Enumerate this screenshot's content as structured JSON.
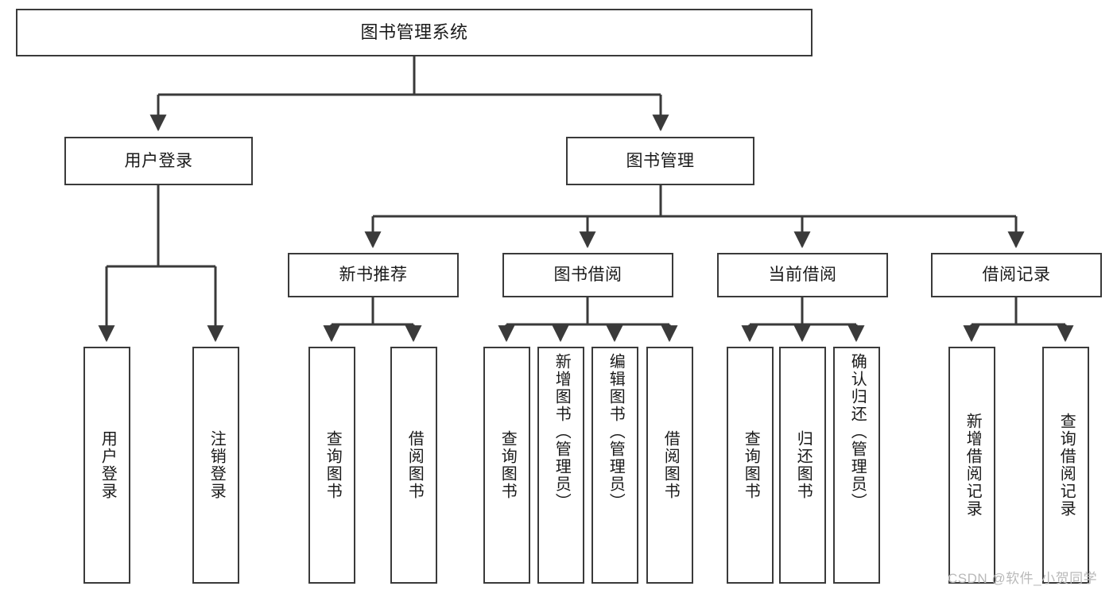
{
  "diagram": {
    "title": "图书管理系统",
    "type": "tree",
    "watermark": "CSDN @软件_小贺同学",
    "colors": {
      "stroke": "#3a3a3a",
      "fill": "#ffffff",
      "text": "#1a1a1a",
      "watermark": "#b9b9b9"
    },
    "levels": {
      "root": {
        "label": "图书管理系统"
      },
      "level2": [
        {
          "id": "user-login",
          "label": "用户登录"
        },
        {
          "id": "book-manage",
          "label": "图书管理"
        }
      ],
      "level3": [
        {
          "id": "new-book-recommend",
          "label": "新书推荐"
        },
        {
          "id": "book-borrow",
          "label": "图书借阅"
        },
        {
          "id": "current-borrow",
          "label": "当前借阅"
        },
        {
          "id": "borrow-record",
          "label": "借阅记录"
        }
      ],
      "leaves": {
        "user-login": [
          {
            "id": "leaf-user-login",
            "label": "用户登录"
          },
          {
            "id": "leaf-logout-login",
            "label": "注销登录"
          }
        ],
        "new-book-recommend": [
          {
            "id": "leaf-query-book-1",
            "label": "查询图书"
          },
          {
            "id": "leaf-borrow-book-1",
            "label": "借阅图书"
          }
        ],
        "book-borrow": [
          {
            "id": "leaf-query-book-2",
            "label": "查询图书"
          },
          {
            "id": "leaf-add-book",
            "label": "新增图书（管理员）"
          },
          {
            "id": "leaf-edit-book",
            "label": "编辑图书（管理员）"
          },
          {
            "id": "leaf-borrow-book-2",
            "label": "借阅图书"
          }
        ],
        "current-borrow": [
          {
            "id": "leaf-query-book-3",
            "label": "查询图书"
          },
          {
            "id": "leaf-return-book",
            "label": "归还图书"
          },
          {
            "id": "leaf-confirm-return",
            "label": "确认归还（管理员）"
          }
        ],
        "borrow-record": [
          {
            "id": "leaf-add-record",
            "label": "新增借阅记录"
          },
          {
            "id": "leaf-query-record",
            "label": "查询借阅记录"
          }
        ]
      }
    }
  }
}
